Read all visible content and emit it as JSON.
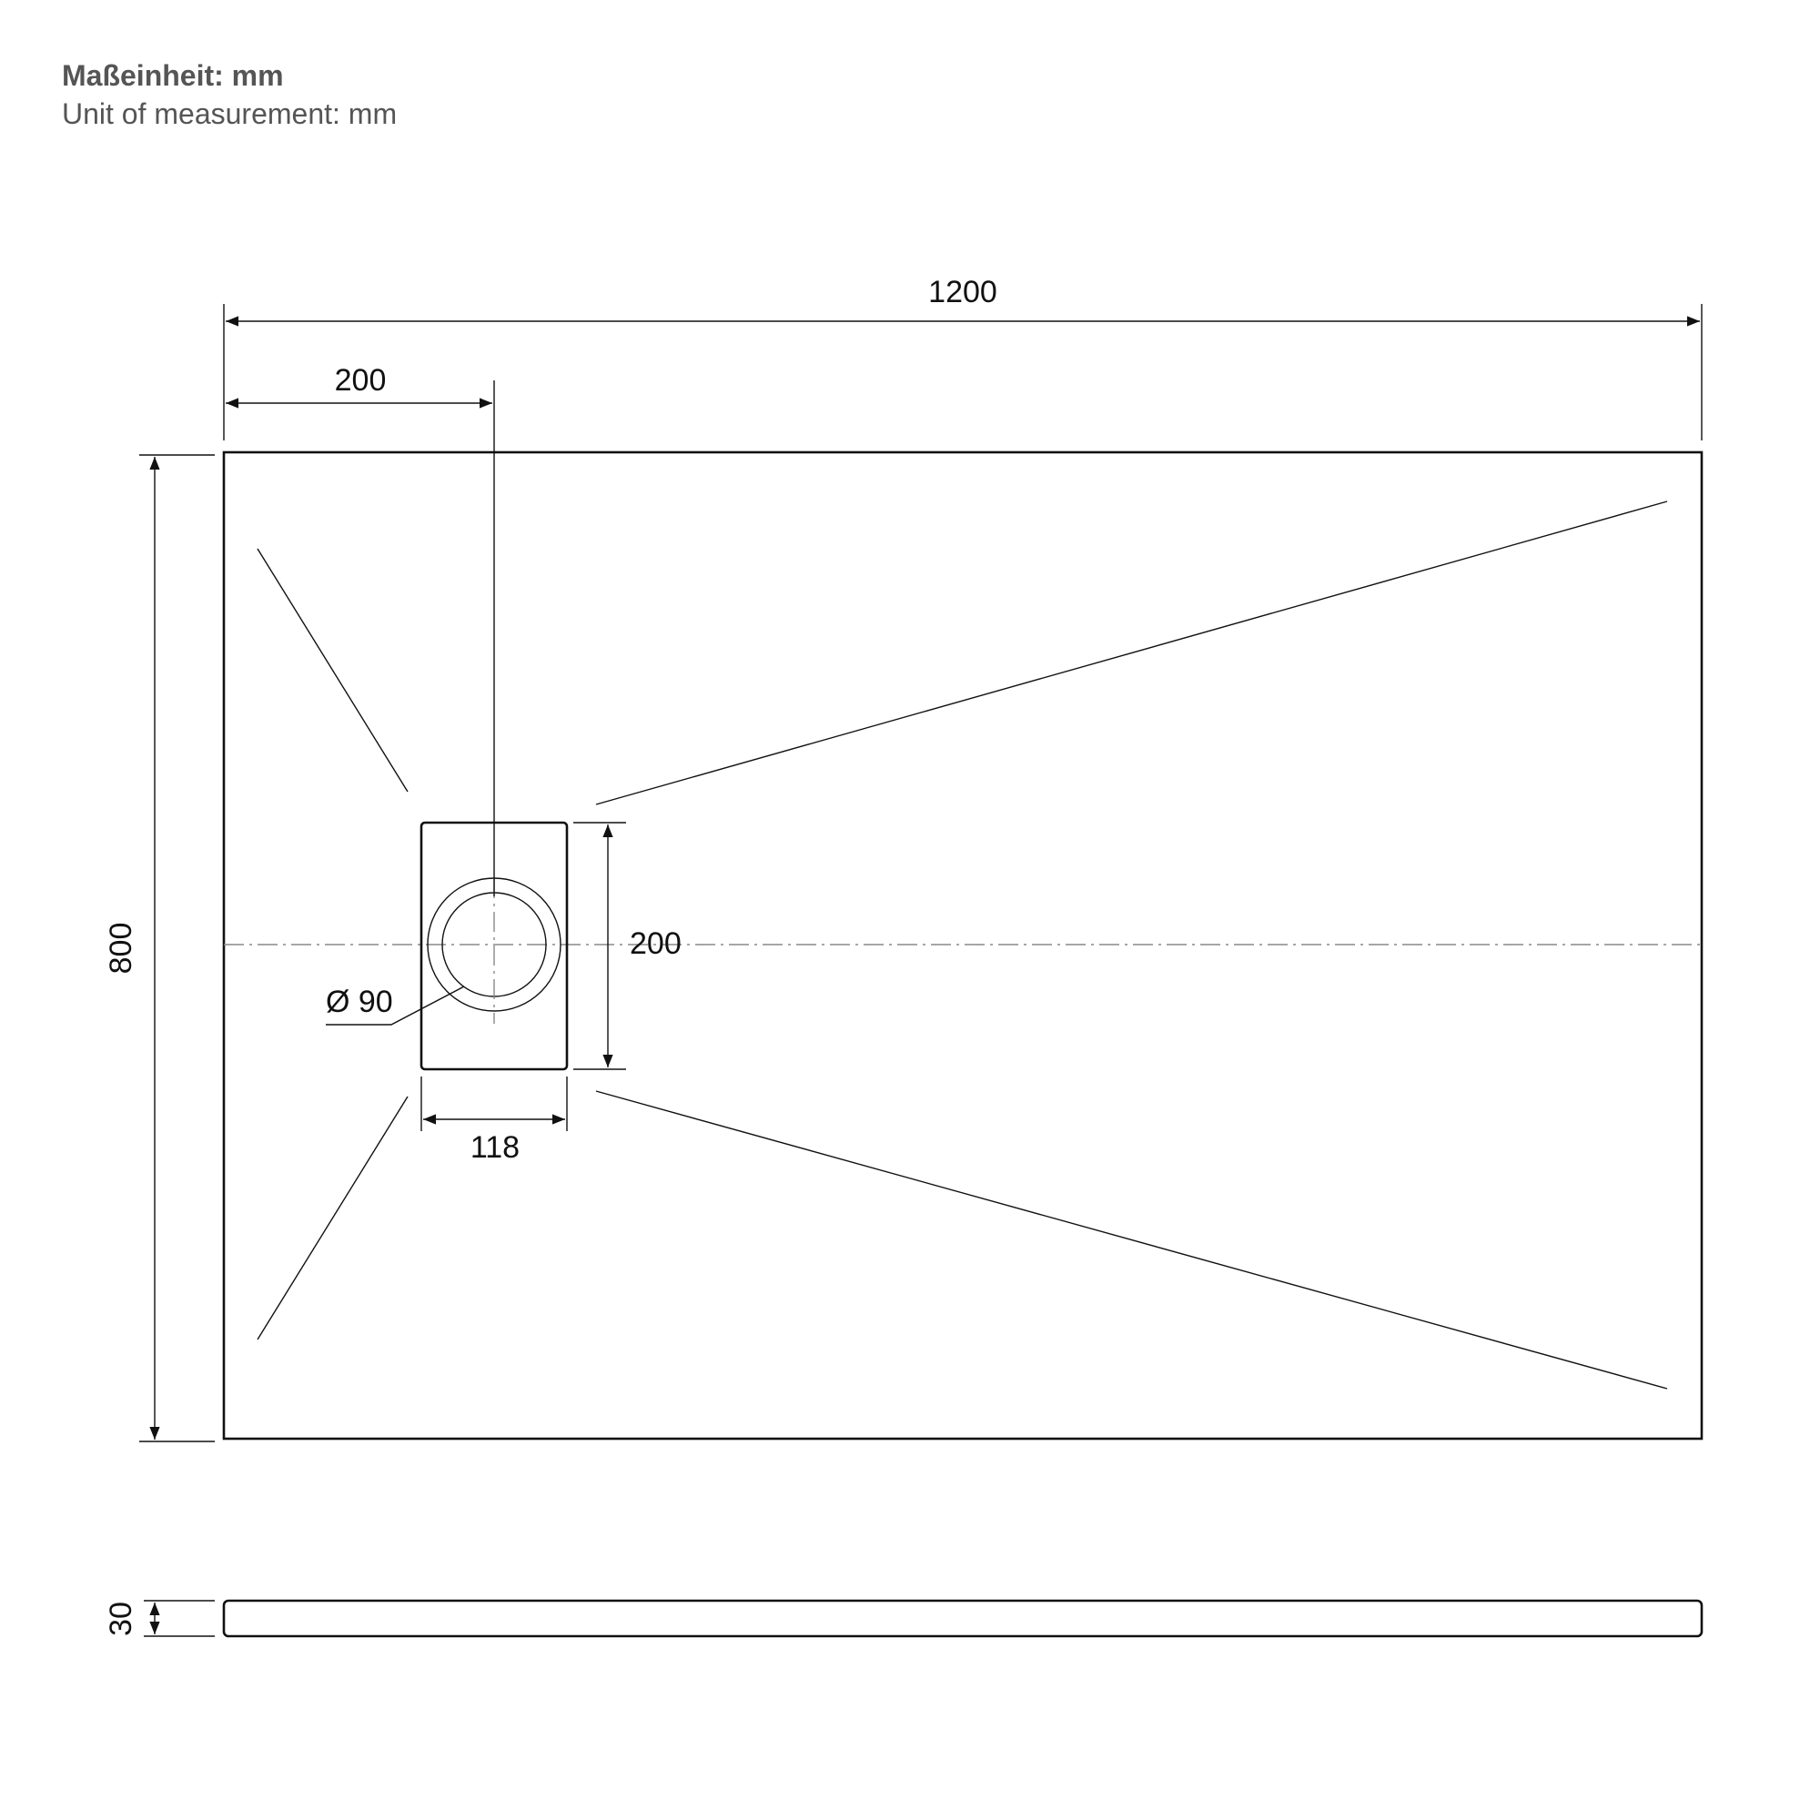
{
  "header": {
    "unit_de": "Maßeinheit: mm",
    "unit_en": "Unit of measurement: mm"
  },
  "dimensions": {
    "overall_width": "1200",
    "overall_depth": "800",
    "drain_offset": "200",
    "drain_cover_height": "200",
    "drain_cover_width": "118",
    "drain_diameter": "Ø 90",
    "tray_thickness": "30"
  },
  "colors": {
    "line": "#111111",
    "header_text": "#555555",
    "centerline": "#888888"
  }
}
